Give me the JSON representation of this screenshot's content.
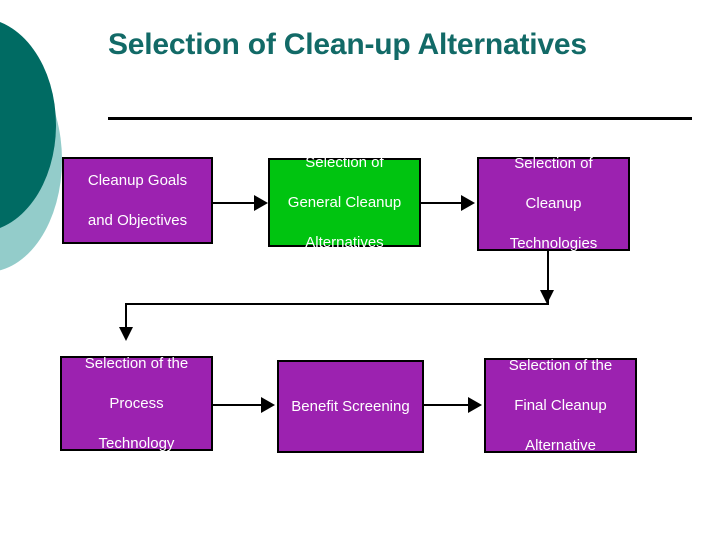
{
  "slide": {
    "title": "Selection of Clean-up Alternatives",
    "background_color": "#ffffff",
    "title_color": "#126a67",
    "rule_color": "#000000"
  },
  "decoration": {
    "circle_dark_color": "#006b63",
    "circle_light_color": "#93ccca",
    "circle_dark_name": "dark-teal-circle",
    "circle_light_name": "light-teal-circle"
  },
  "palette": {
    "purple": "#9c22b0",
    "green": "#00c410",
    "node_text": "#ffffff",
    "connector": "#000000"
  },
  "diagram_data": {
    "type": "flowchart",
    "nodes": [
      {
        "id": "n1",
        "label": "Cleanup Goals and Objectives",
        "lines": [
          "Cleanup Goals",
          "and Objectives"
        ],
        "color": "#9c22b0",
        "row": 1,
        "col": 1
      },
      {
        "id": "n2",
        "label": "Selection of General Cleanup Alternatives",
        "lines": [
          "Selection of",
          "General Cleanup",
          "Alternatives"
        ],
        "color": "#00c410",
        "row": 1,
        "col": 2
      },
      {
        "id": "n3",
        "label": "Selection of Cleanup Technologies",
        "lines": [
          "Selection of",
          "Cleanup",
          "Technologies"
        ],
        "color": "#9c22b0",
        "row": 1,
        "col": 3
      },
      {
        "id": "n4",
        "label": "Selection of the Process Technology",
        "lines": [
          "Selection of the",
          "Process",
          "Technology"
        ],
        "color": "#9c22b0",
        "row": 2,
        "col": 1
      },
      {
        "id": "n5",
        "label": "Benefit Screening",
        "lines": [
          "Benefit Screening"
        ],
        "color": "#9c22b0",
        "row": 2,
        "col": 2
      },
      {
        "id": "n6",
        "label": "Selection of the Final Cleanup Alternative",
        "lines": [
          "Selection of the",
          "Final Cleanup",
          "Alternative"
        ],
        "color": "#9c22b0",
        "row": 2,
        "col": 3
      }
    ],
    "edges": [
      {
        "from": "n1",
        "to": "n2",
        "direction": "right"
      },
      {
        "from": "n2",
        "to": "n3",
        "direction": "right"
      },
      {
        "from": "n3",
        "to": "n4",
        "direction": "down-left"
      },
      {
        "from": "n4",
        "to": "n5",
        "direction": "right"
      },
      {
        "from": "n5",
        "to": "n6",
        "direction": "right"
      }
    ]
  },
  "nodes_text": {
    "n1": {
      "l0": "Cleanup Goals",
      "l1": "and Objectives"
    },
    "n2": {
      "l0": "Selection of",
      "l1": "General Cleanup",
      "l2": "Alternatives"
    },
    "n3": {
      "l0": "Selection of",
      "l1": "Cleanup",
      "l2": "Technologies"
    },
    "n4": {
      "l0": "Selection of the",
      "l1": "Process",
      "l2": "Technology"
    },
    "n5": {
      "l0": "Benefit Screening"
    },
    "n6": {
      "l0": "Selection of the",
      "l1": "Final Cleanup",
      "l2": "Alternative"
    }
  }
}
